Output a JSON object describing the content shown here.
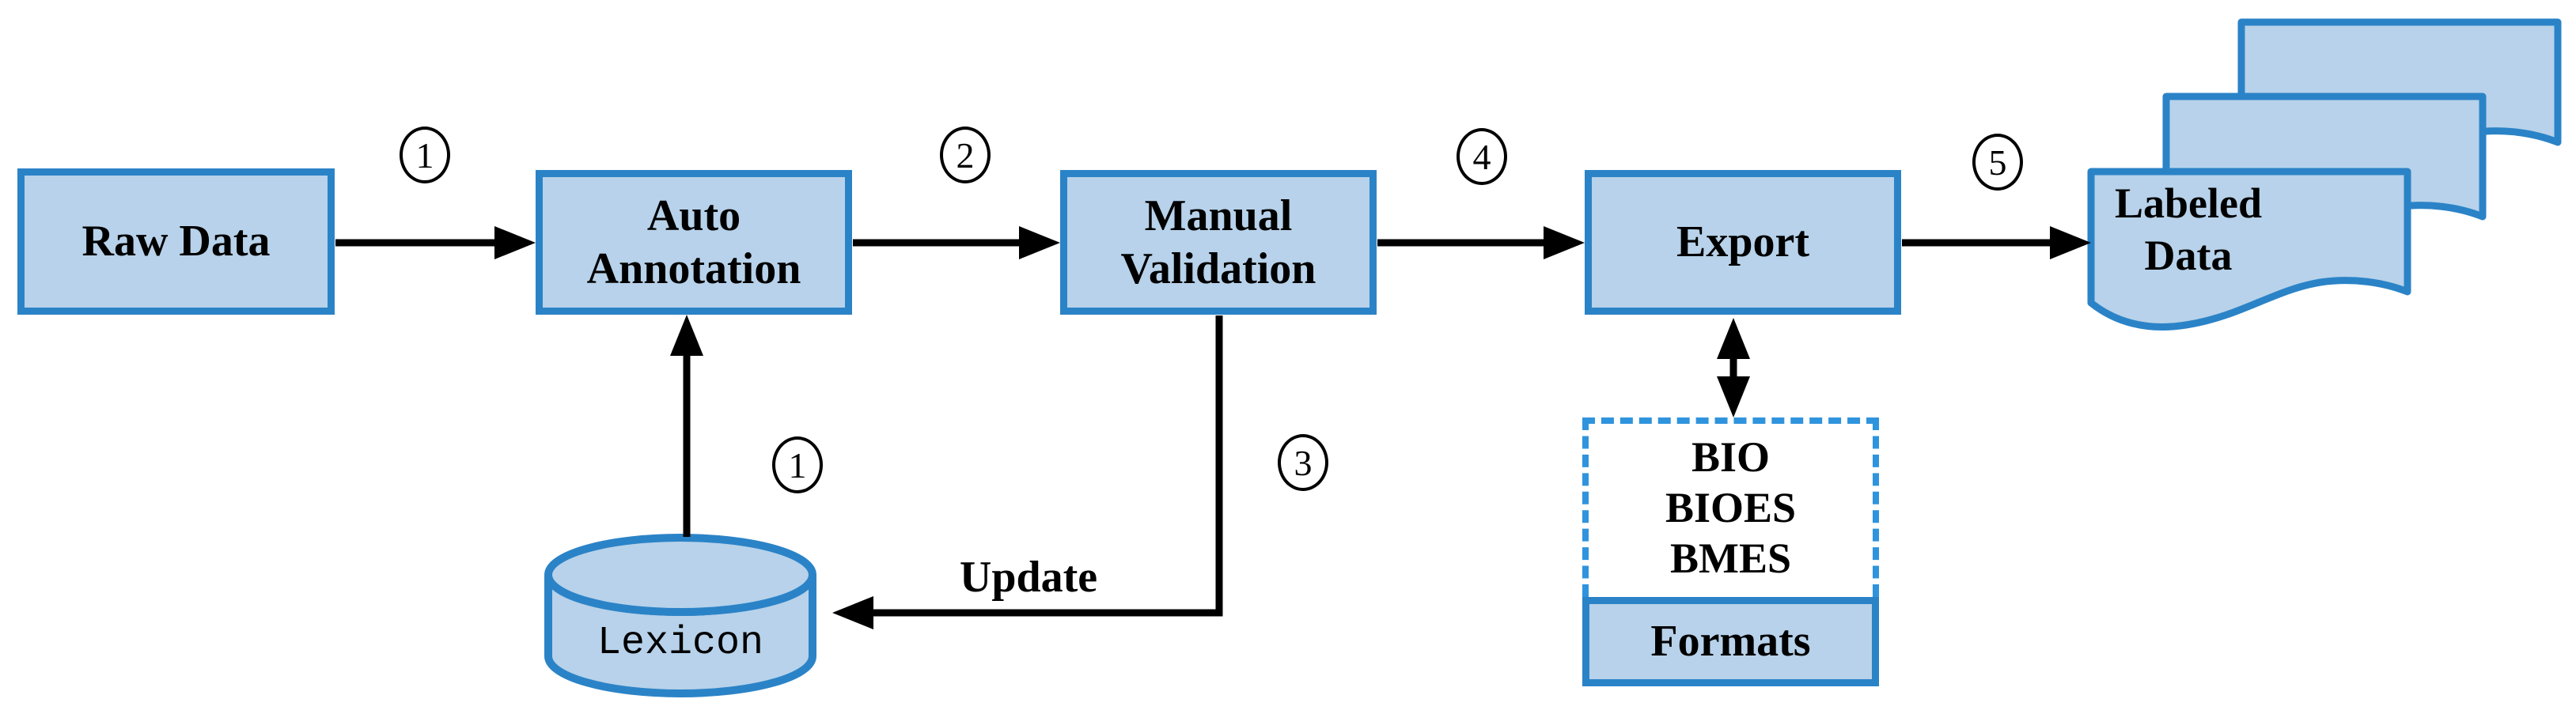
{
  "diagram": {
    "title": "data annotation pipeline flowchart",
    "nodes": {
      "raw_data": {
        "label": "Raw Data"
      },
      "auto_annotation": {
        "label": "Auto\nAnnotation"
      },
      "manual_validation": {
        "label": "Manual\nValidation"
      },
      "export": {
        "label": "Export"
      },
      "lexicon": {
        "label": "Lexicon"
      },
      "labeled_data": {
        "label": "Labeled\nData"
      },
      "export_formats": {
        "types": [
          "BIO",
          "BIOES",
          "BMES"
        ],
        "label": "Formats"
      }
    },
    "steps": {
      "step_1": "1",
      "step_2": "2",
      "step_3": "3",
      "step_4": "4",
      "step_5": "5",
      "lexicon_step": "1"
    },
    "edge_labels": {
      "update": "Update"
    },
    "colors": {
      "fill": "#b7d2ea",
      "border": "#2b83c7",
      "dashed_border": "#2f94dd",
      "line": "#000000",
      "bg": "#ffffff"
    }
  }
}
